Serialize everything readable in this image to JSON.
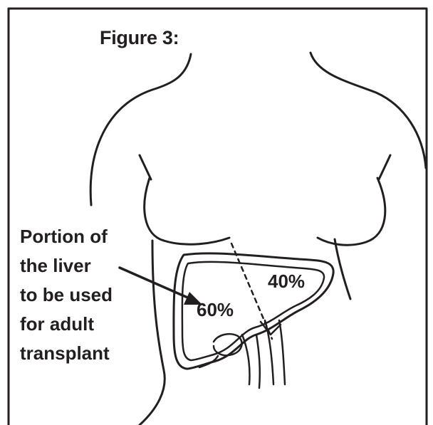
{
  "title": "Figure 3:",
  "callout": {
    "lines": [
      "Portion of",
      "the liver",
      "to be used",
      "for adult",
      "transplant"
    ]
  },
  "portions": {
    "left_lobe": "60%",
    "right_lobe": "40%"
  },
  "colors": {
    "ink": "#231f20",
    "background": "#ffffff"
  }
}
